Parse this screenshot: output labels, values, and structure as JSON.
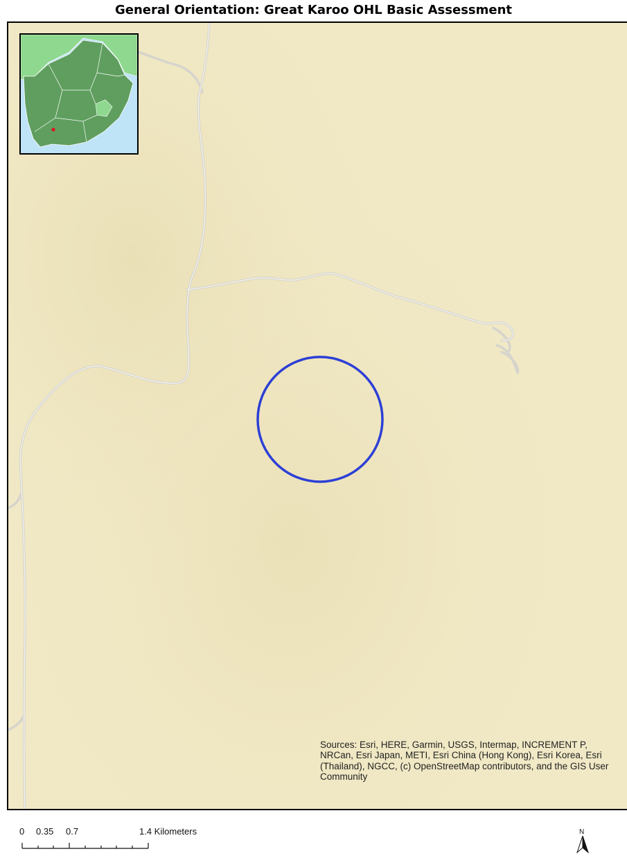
{
  "title": "General Orientation: Great Karoo OHL Basic Assessment",
  "attribution": "Sources: Esri, HERE, Garmin, USGS, Intermap, INCREMENT P, NRCan, Esri Japan, METI, Esri China (Hong Kong), Esri Korea, Esri (Thailand), NGCC, (c) OpenStreetMap contributors, and the GIS User Community",
  "scalebar": {
    "labels": [
      "0",
      "0.35",
      "0.7",
      "1.4 Kilometers"
    ]
  },
  "north_arrow": {
    "label": "N"
  },
  "colors": {
    "terrain": "#f1e9c6",
    "road": "#d9d7cf",
    "site_circle": "#2c3fd6",
    "inset_land": "#5f9e5f",
    "inset_neighbour": "#8fd88f",
    "inset_sea": "#bfe3f7",
    "site_marker": "#e0141e"
  }
}
